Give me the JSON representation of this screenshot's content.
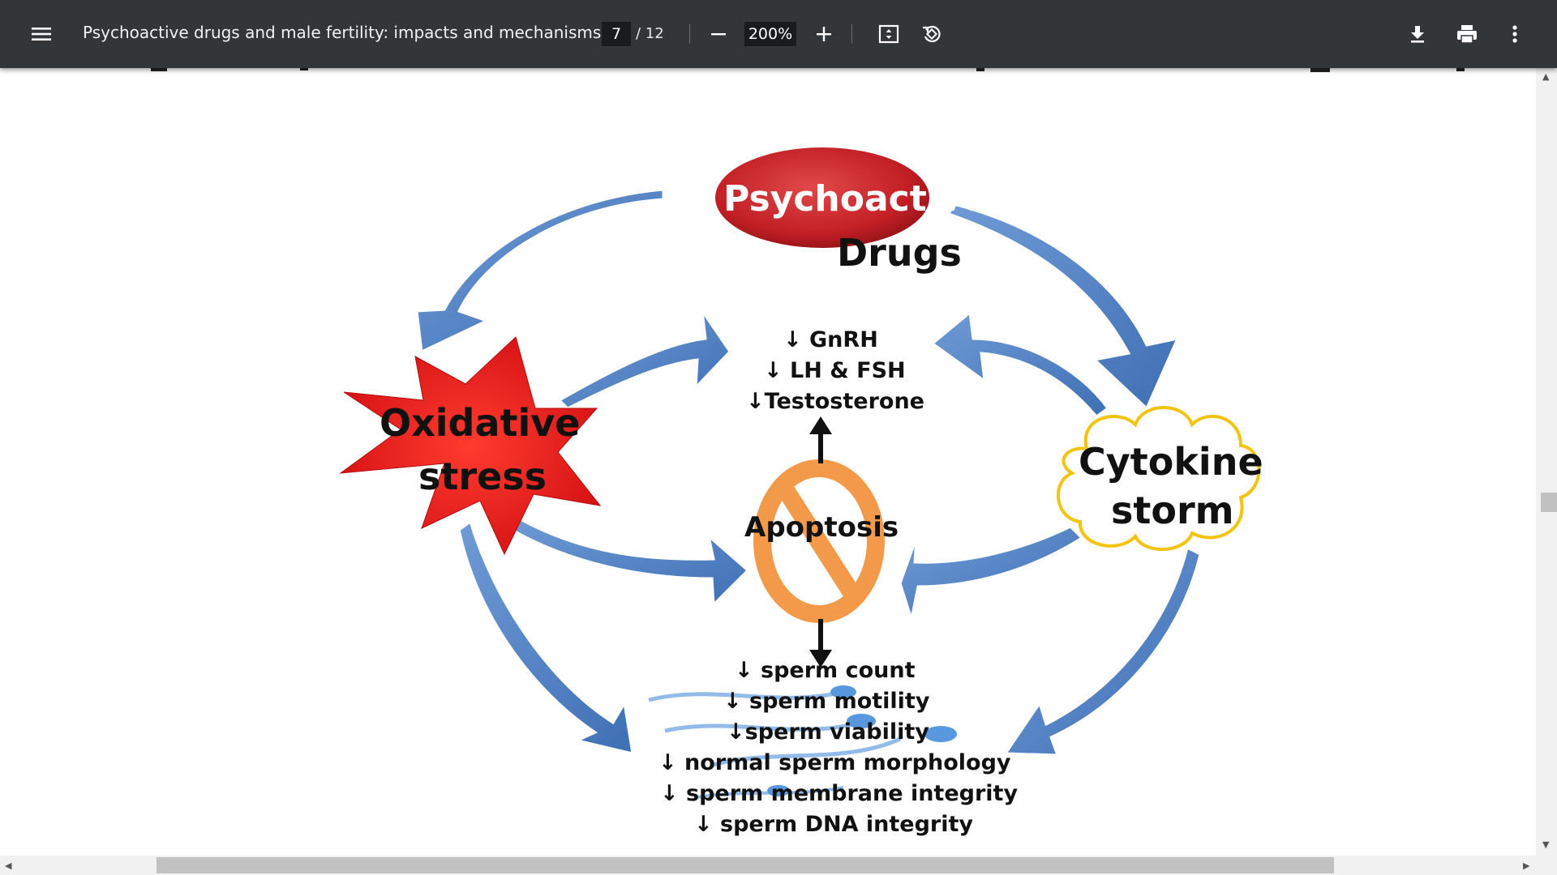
{
  "toolbar": {
    "menu_icon": "hamburger-menu-icon",
    "document_title": "Psychoactive drugs and male fertility: impacts and mechanisms",
    "current_page": "7",
    "page_total": "/ 12",
    "zoom_level": "200%",
    "zoom_out_icon": "minus-icon",
    "zoom_in_icon": "plus-icon",
    "fit_icon": "fit-to-page-icon",
    "rotate_icon": "rotate-icon",
    "download_icon": "download-icon",
    "print_icon": "print-icon",
    "more_icon": "more-vert-icon"
  },
  "diagram": {
    "psychoactive_line1": "Psychoactive",
    "psychoactive_line2": "Drugs",
    "hormones": [
      "↓ GnRH",
      "↓ LH & FSH",
      "↓Testosterone"
    ],
    "oxidative_line1": "Oxidative",
    "oxidative_line2": "stress",
    "cytokine_line1": "Cytokine",
    "cytokine_line2": "storm",
    "apoptosis": "Apoptosis",
    "effects": [
      "↓ sperm count",
      "↓ sperm motility",
      "↓sperm viability",
      "↓ normal sperm morphology",
      "↓ sperm membrane integrity",
      "↓ sperm DNA integrity"
    ]
  },
  "colors": {
    "toolbar_bg": "#323639",
    "arrow_blue": "#4f7fc0",
    "star_red": "#e31b1b",
    "ellipse_red": "#c8282e",
    "cloud_border": "#f2c40f",
    "prohibition_orange": "#f29a4a"
  }
}
